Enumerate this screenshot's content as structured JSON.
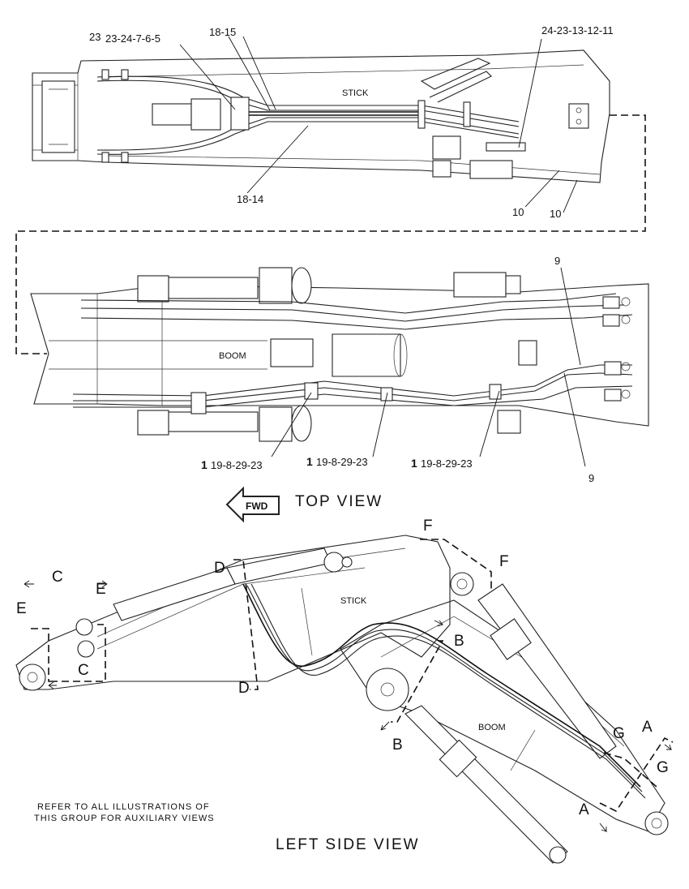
{
  "top_view": {
    "callouts": {
      "c_23_24_7_6_5": "23-24-7-6-5",
      "c_23_prefix": "23",
      "c_18_15": "18-15",
      "c_18_14": "18-14",
      "c_24_23_13_12_11": "24-23-13-12-11",
      "c_10_a": "10",
      "c_10_b": "10",
      "c_9_top": "9",
      "c_9_bottom": "9",
      "c_19_a": "19-8-29-23",
      "c_19_b": "19-8-29-23",
      "c_19_c": "19-8-29-23",
      "c_1_a": "1",
      "c_1_b": "1",
      "c_1_c": "1"
    },
    "part_labels": {
      "stick": "STICK",
      "boom": "BOOM"
    },
    "fwd_label": "FWD",
    "title": "TOP VIEW"
  },
  "side_view": {
    "part_labels": {
      "stick": "STICK",
      "boom": "BOOM"
    },
    "section_letters": {
      "a1": "A",
      "a2": "A",
      "b1": "B",
      "b2": "B",
      "c1": "C",
      "c2": "C",
      "d1": "D",
      "d2": "D",
      "e1": "E",
      "e2": "E",
      "f1": "F",
      "f2": "F",
      "g1": "G",
      "g2": "G"
    },
    "note_line1": "REFER TO ALL ILLUSTRATIONS OF",
    "note_line2": "THIS GROUP FOR AUXILIARY VIEWS",
    "title": "LEFT SIDE VIEW"
  }
}
